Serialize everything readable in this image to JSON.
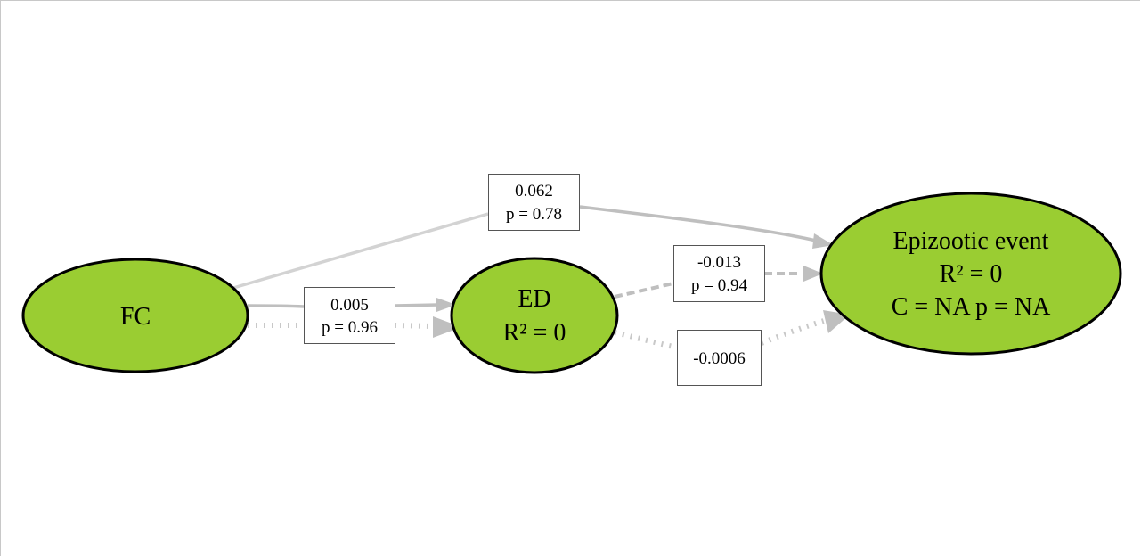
{
  "colors": {
    "node_fill": "#9acd32",
    "node_stroke": "#000000",
    "edge": "#bfbfbf",
    "edge_light": "#d3d3d3",
    "label_box_stroke": "#555555"
  },
  "nodes": {
    "fc": {
      "line1": "FC"
    },
    "ed": {
      "line1": "ED",
      "line2": "R² = 0"
    },
    "epizootic": {
      "line1": "Epizootic event",
      "line2": "R² = 0",
      "line3": "C = NA p = NA"
    }
  },
  "edges": {
    "fc_to_epizootic": {
      "coef": "0.062",
      "p": "p = 0.78",
      "style": "solid"
    },
    "fc_to_ed_solid": {
      "coef": "0.005",
      "p": "p = 0.96",
      "style": "solid"
    },
    "fc_to_ed_dotted": {
      "style": "dotted"
    },
    "ed_to_epizootic_dashed": {
      "coef": "-0.013",
      "p": "p = 0.94",
      "style": "dashed"
    },
    "ed_to_epizootic_dotted": {
      "coef": "-0.0006",
      "style": "dotted"
    }
  }
}
